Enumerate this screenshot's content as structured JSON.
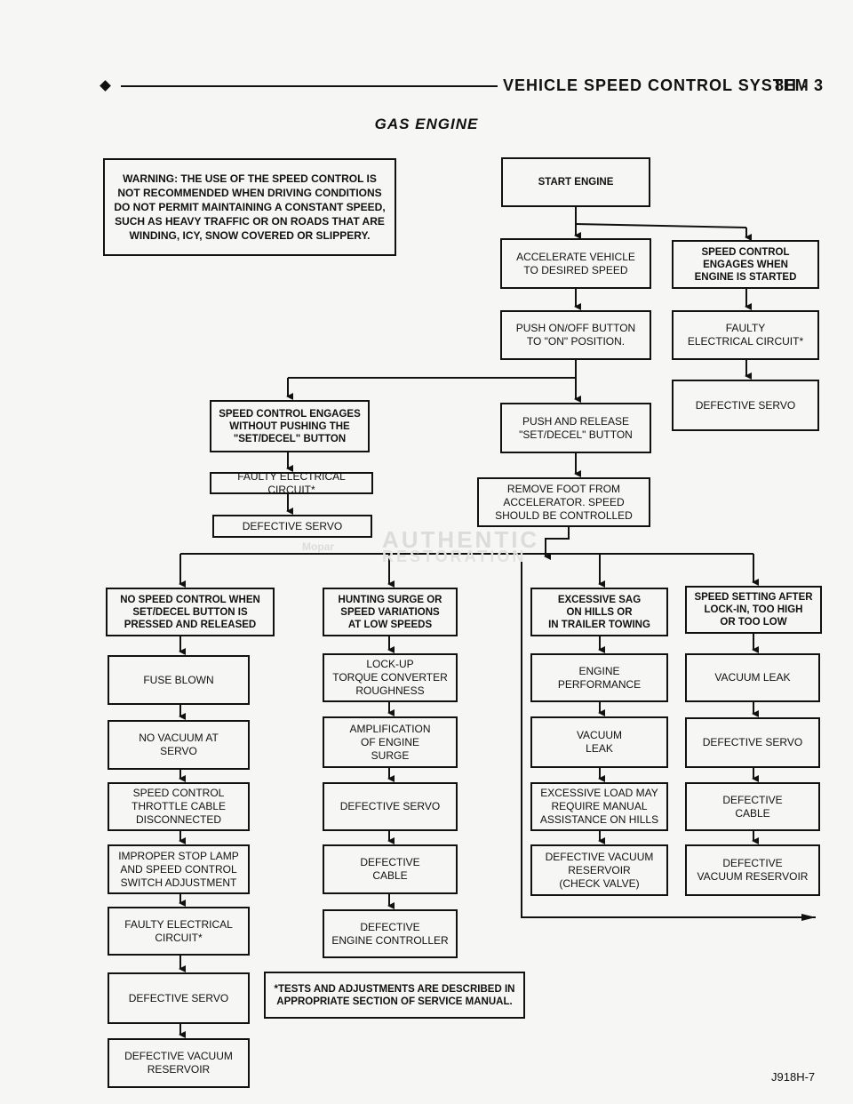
{
  "header": {
    "section_title": "VEHICLE SPEED CONTROL SYSTEM",
    "page_number": "8H - 3"
  },
  "subtitle": "GAS ENGINE",
  "warning": "WARNING: THE USE OF THE SPEED CONTROL IS NOT RECOMMENDED WHEN DRIVING CONDITIONS DO NOT PERMIT MAINTAINING A CONSTANT SPEED, SUCH AS HEAVY TRAFFIC OR ON ROADS THAT ARE WINDING, ICY, SNOW COVERED OR SLIPPERY.",
  "main_flow": {
    "start": "START ENGINE",
    "accelerate": "ACCELERATE VEHICLE\nTO DESIRED SPEED",
    "push_on_off": "PUSH ON/OFF BUTTON\nTO \"ON\" POSITION.",
    "push_release": "PUSH AND RELEASE\n\"SET/DECEL\" BUTTON",
    "remove_foot": "REMOVE FOOT FROM\nACCELERATOR. SPEED\nSHOULD BE CONTROLLED"
  },
  "engages_on_start": {
    "symptom": "SPEED CONTROL\nENGAGES WHEN\nENGINE IS STARTED",
    "causes": [
      "FAULTY\nELECTRICAL CIRCUIT*",
      "DEFECTIVE SERVO"
    ]
  },
  "engages_without_set": {
    "symptom": "SPEED CONTROL ENGAGES\nWITHOUT PUSHING THE\n\"SET/DECEL\" BUTTON",
    "causes": [
      "FAULTY ELECTRICAL CIRCUIT*",
      "DEFECTIVE SERVO"
    ]
  },
  "no_speed_control": {
    "symptom": "NO SPEED CONTROL WHEN\nSET/DECEL BUTTON IS\nPRESSED AND RELEASED",
    "causes": [
      "FUSE BLOWN",
      "NO VACUUM AT\nSERVO",
      "SPEED CONTROL\nTHROTTLE CABLE\nDISCONNECTED",
      "IMPROPER STOP LAMP\nAND SPEED CONTROL\nSWITCH ADJUSTMENT",
      "FAULTY ELECTRICAL\nCIRCUIT*",
      "DEFECTIVE SERVO",
      "DEFECTIVE VACUUM\nRESERVOIR"
    ]
  },
  "hunting_surge": {
    "symptom": "HUNTING SURGE OR\nSPEED VARIATIONS\nAT LOW SPEEDS",
    "causes": [
      "LOCK-UP\nTORQUE CONVERTER\nROUGHNESS",
      "AMPLIFICATION\nOF ENGINE\nSURGE",
      "DEFECTIVE SERVO",
      "DEFECTIVE\nCABLE",
      "DEFECTIVE\nENGINE CONTROLLER"
    ]
  },
  "excessive_sag": {
    "symptom": "EXCESSIVE SAG\nON HILLS OR\nIN TRAILER TOWING",
    "causes": [
      "ENGINE\nPERFORMANCE",
      "VACUUM\nLEAK",
      "EXCESSIVE LOAD MAY\nREQUIRE MANUAL\nASSISTANCE ON HILLS",
      "DEFECTIVE VACUUM\nRESERVOIR\n(CHECK VALVE)"
    ]
  },
  "setting_off": {
    "symptom": "SPEED SETTING AFTER\nLOCK-IN, TOO HIGH\nOR TOO LOW",
    "causes": [
      "VACUUM LEAK",
      "DEFECTIVE SERVO",
      "DEFECTIVE\nCABLE",
      "DEFECTIVE\nVACUUM RESERVOIR"
    ]
  },
  "footnote": "*TESTS AND ADJUSTMENTS ARE DESCRIBED IN APPROPRIATE SECTION OF SERVICE MANUAL.",
  "watermark": {
    "line1": "AUTHENTIC",
    "line2": "Mopar",
    "line3": "RESTORATION"
  },
  "figure_code": "J918H-7"
}
